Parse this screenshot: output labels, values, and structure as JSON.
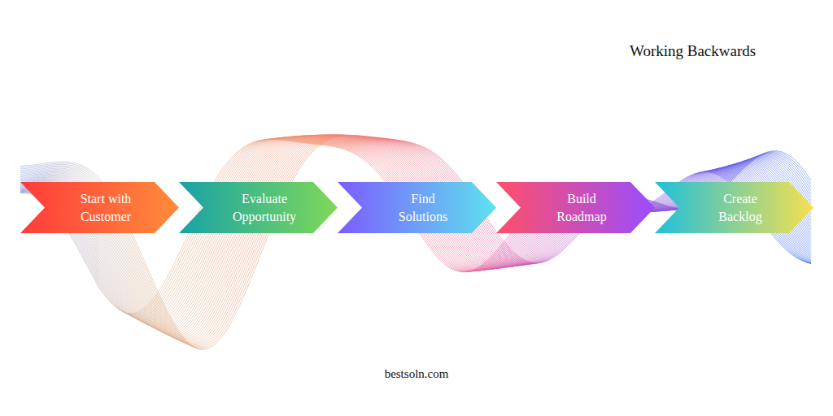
{
  "diagram": {
    "title": "Working Backwards",
    "nodes": [
      {
        "text": [
          "Start with Customer"
        ]
      },
      {
        "text": [
          "Evaluate Opportunity"
        ]
      },
      {
        "text": [
          "Find Solutions"
        ]
      },
      {
        "text": [
          "Build Roadmap"
        ]
      },
      {
        "text": [
          "Create Backlog"
        ]
      }
    ],
    "labels": [
      "bestsoln.com"
    ]
  }
}
